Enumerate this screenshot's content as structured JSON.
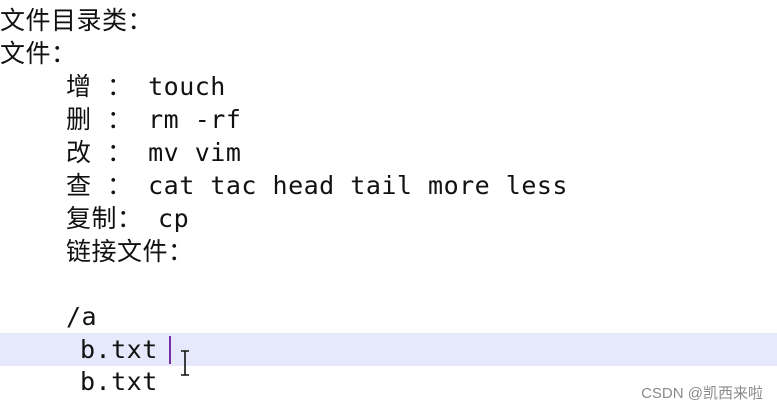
{
  "lines": {
    "category_heading": "文件目录类：",
    "file_heading": "文件：",
    "create": "增 ： touch",
    "delete": "删 ： rm -rf",
    "modify": "改 ： mv vim",
    "view": "查 ： cat tac head tail more less",
    "copy": "复制： cp",
    "link": "链接文件：",
    "path": "/a",
    "file1": "b.txt",
    "file2": "b.txt"
  },
  "watermark": "CSDN @凯西来啦",
  "colors": {
    "highlight": "#e6e8fb",
    "caret": "#7a2ea3",
    "text": "#111111",
    "watermark": "#8a8a8a"
  }
}
